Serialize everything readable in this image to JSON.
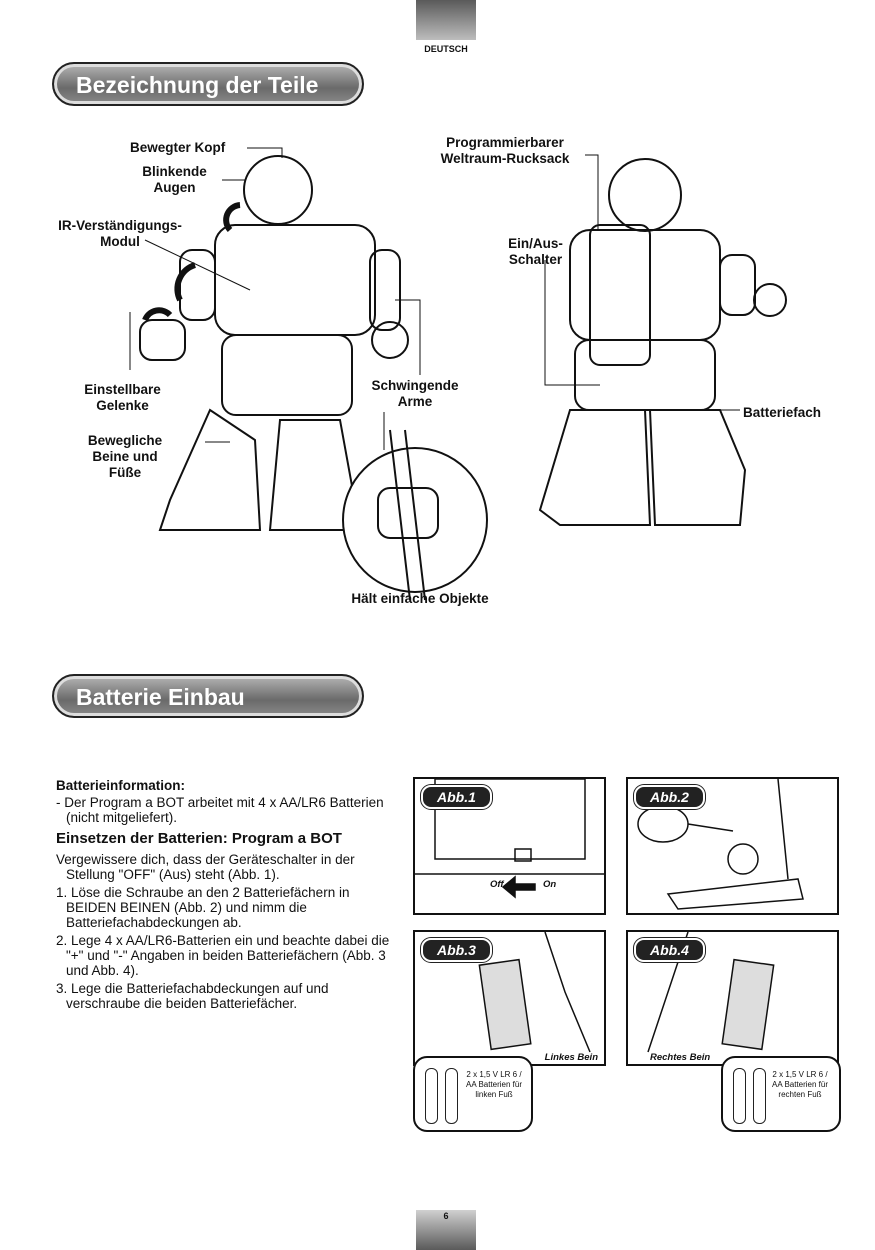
{
  "header": {
    "language": "DEUTSCH"
  },
  "sections": {
    "parts_title": "Bezeichnung der Teile",
    "battery_title": "Batterie Einbau"
  },
  "parts": {
    "head": "Bewegter Kopf",
    "eyes": "Blinkende Augen",
    "ir": "IR-Verständigungs- Modul",
    "joints": "Einstellbare Gelenke",
    "legs": "Bewegliche Beine und Füße",
    "arms": "Schwingende Arme",
    "holds": "Hält einfache Objekte",
    "backpack": "Programmierbarer Weltraum-Rucksack",
    "switch": "Ein/Aus- Schalter",
    "battery_compartment": "Batteriefach"
  },
  "battery": {
    "info_heading": "Batterieinformation:",
    "info_text": "- Der Program a BOT arbeitet mit 4 x AA/LR6 Batterien (nicht mitgeliefert).",
    "insert_heading": "Einsetzen der Batterien: Program a BOT",
    "intro": "Vergewissere dich, dass der Geräteschalter in der Stellung \"OFF\" (Aus) steht (Abb. 1).",
    "steps": [
      "1. Löse die Schraube an den 2 Batteriefächern in BEIDEN BEINEN (Abb. 2) und nimm die Batteriefachabdeckungen ab.",
      "2. Lege 4 x AA/LR6-Batterien ein und beachte dabei die \"+\" und \"-\" Angaben in beiden Batteriefächern (Abb. 3 und Abb. 4).",
      "3. Lege die Batteriefachabdeckungen auf und verschraube die beiden Batteriefächer."
    ]
  },
  "figures": [
    {
      "tag": "Abb.1",
      "off": "Off",
      "on": "On"
    },
    {
      "tag": "Abb.2"
    },
    {
      "tag": "Abb.3",
      "leg": "Linkes Bein",
      "note": "2 x 1,5 V LR 6 / AA Batterien für linken Fuß"
    },
    {
      "tag": "Abb.4",
      "leg": "Rechtes Bein",
      "note": "2 x 1,5 V LR 6 / AA Batterien für rechten Fuß"
    }
  ],
  "footer": {
    "page": "6"
  }
}
